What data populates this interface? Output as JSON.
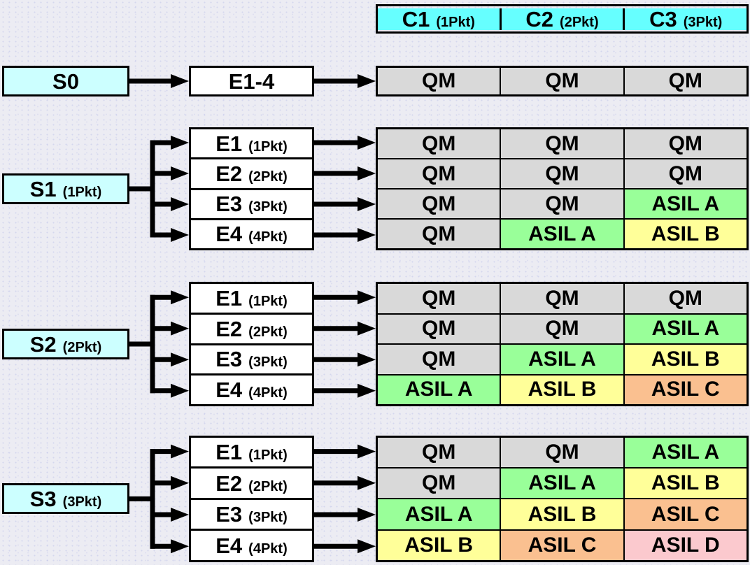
{
  "colors": {
    "QM": "#D9D9D9",
    "ASIL A": "#99FF99",
    "ASIL B": "#FFFF99",
    "ASIL C": "#FAC090",
    "ASIL D": "#FBC9CE",
    "header_bg": "#66FFFF",
    "severity_bg": "#CCFFFF",
    "exposure_bg": "#FFFFFF",
    "border": "#000000"
  },
  "header": {
    "columns": [
      {
        "main": "C1",
        "sub": "(1Pkt)"
      },
      {
        "main": "C2",
        "sub": "(2Pkt)"
      },
      {
        "main": "C3",
        "sub": "(3Pkt)"
      }
    ]
  },
  "groups": [
    {
      "severity": {
        "main": "S0",
        "sub": ""
      },
      "rows": [
        {
          "exposure": {
            "main": "E1-4",
            "sub": ""
          },
          "cells": [
            "QM",
            "QM",
            "QM"
          ]
        }
      ]
    },
    {
      "severity": {
        "main": "S1",
        "sub": "(1Pkt)"
      },
      "rows": [
        {
          "exposure": {
            "main": "E1",
            "sub": "(1Pkt)"
          },
          "cells": [
            "QM",
            "QM",
            "QM"
          ]
        },
        {
          "exposure": {
            "main": "E2",
            "sub": "(2Pkt)"
          },
          "cells": [
            "QM",
            "QM",
            "QM"
          ]
        },
        {
          "exposure": {
            "main": "E3",
            "sub": "(3Pkt)"
          },
          "cells": [
            "QM",
            "QM",
            "ASIL A"
          ]
        },
        {
          "exposure": {
            "main": "E4",
            "sub": "(4Pkt)"
          },
          "cells": [
            "QM",
            "ASIL A",
            "ASIL B"
          ]
        }
      ]
    },
    {
      "severity": {
        "main": "S2",
        "sub": "(2Pkt)"
      },
      "rows": [
        {
          "exposure": {
            "main": "E1",
            "sub": "(1Pkt)"
          },
          "cells": [
            "QM",
            "QM",
            "QM"
          ]
        },
        {
          "exposure": {
            "main": "E2",
            "sub": "(2Pkt)"
          },
          "cells": [
            "QM",
            "QM",
            "ASIL A"
          ]
        },
        {
          "exposure": {
            "main": "E3",
            "sub": "(3Pkt)"
          },
          "cells": [
            "QM",
            "ASIL A",
            "ASIL B"
          ]
        },
        {
          "exposure": {
            "main": "E4",
            "sub": "(4Pkt)"
          },
          "cells": [
            "ASIL A",
            "ASIL B",
            "ASIL C"
          ]
        }
      ]
    },
    {
      "severity": {
        "main": "S3",
        "sub": "(3Pkt)"
      },
      "rows": [
        {
          "exposure": {
            "main": "E1",
            "sub": "(1Pkt)"
          },
          "cells": [
            "QM",
            "QM",
            "ASIL A"
          ]
        },
        {
          "exposure": {
            "main": "E2",
            "sub": "(2Pkt)"
          },
          "cells": [
            "QM",
            "ASIL A",
            "ASIL B"
          ]
        },
        {
          "exposure": {
            "main": "E3",
            "sub": "(3Pkt)"
          },
          "cells": [
            "ASIL A",
            "ASIL B",
            "ASIL C"
          ]
        },
        {
          "exposure": {
            "main": "E4",
            "sub": "(4Pkt)"
          },
          "cells": [
            "ASIL B",
            "ASIL C",
            "ASIL D"
          ]
        }
      ]
    }
  ]
}
